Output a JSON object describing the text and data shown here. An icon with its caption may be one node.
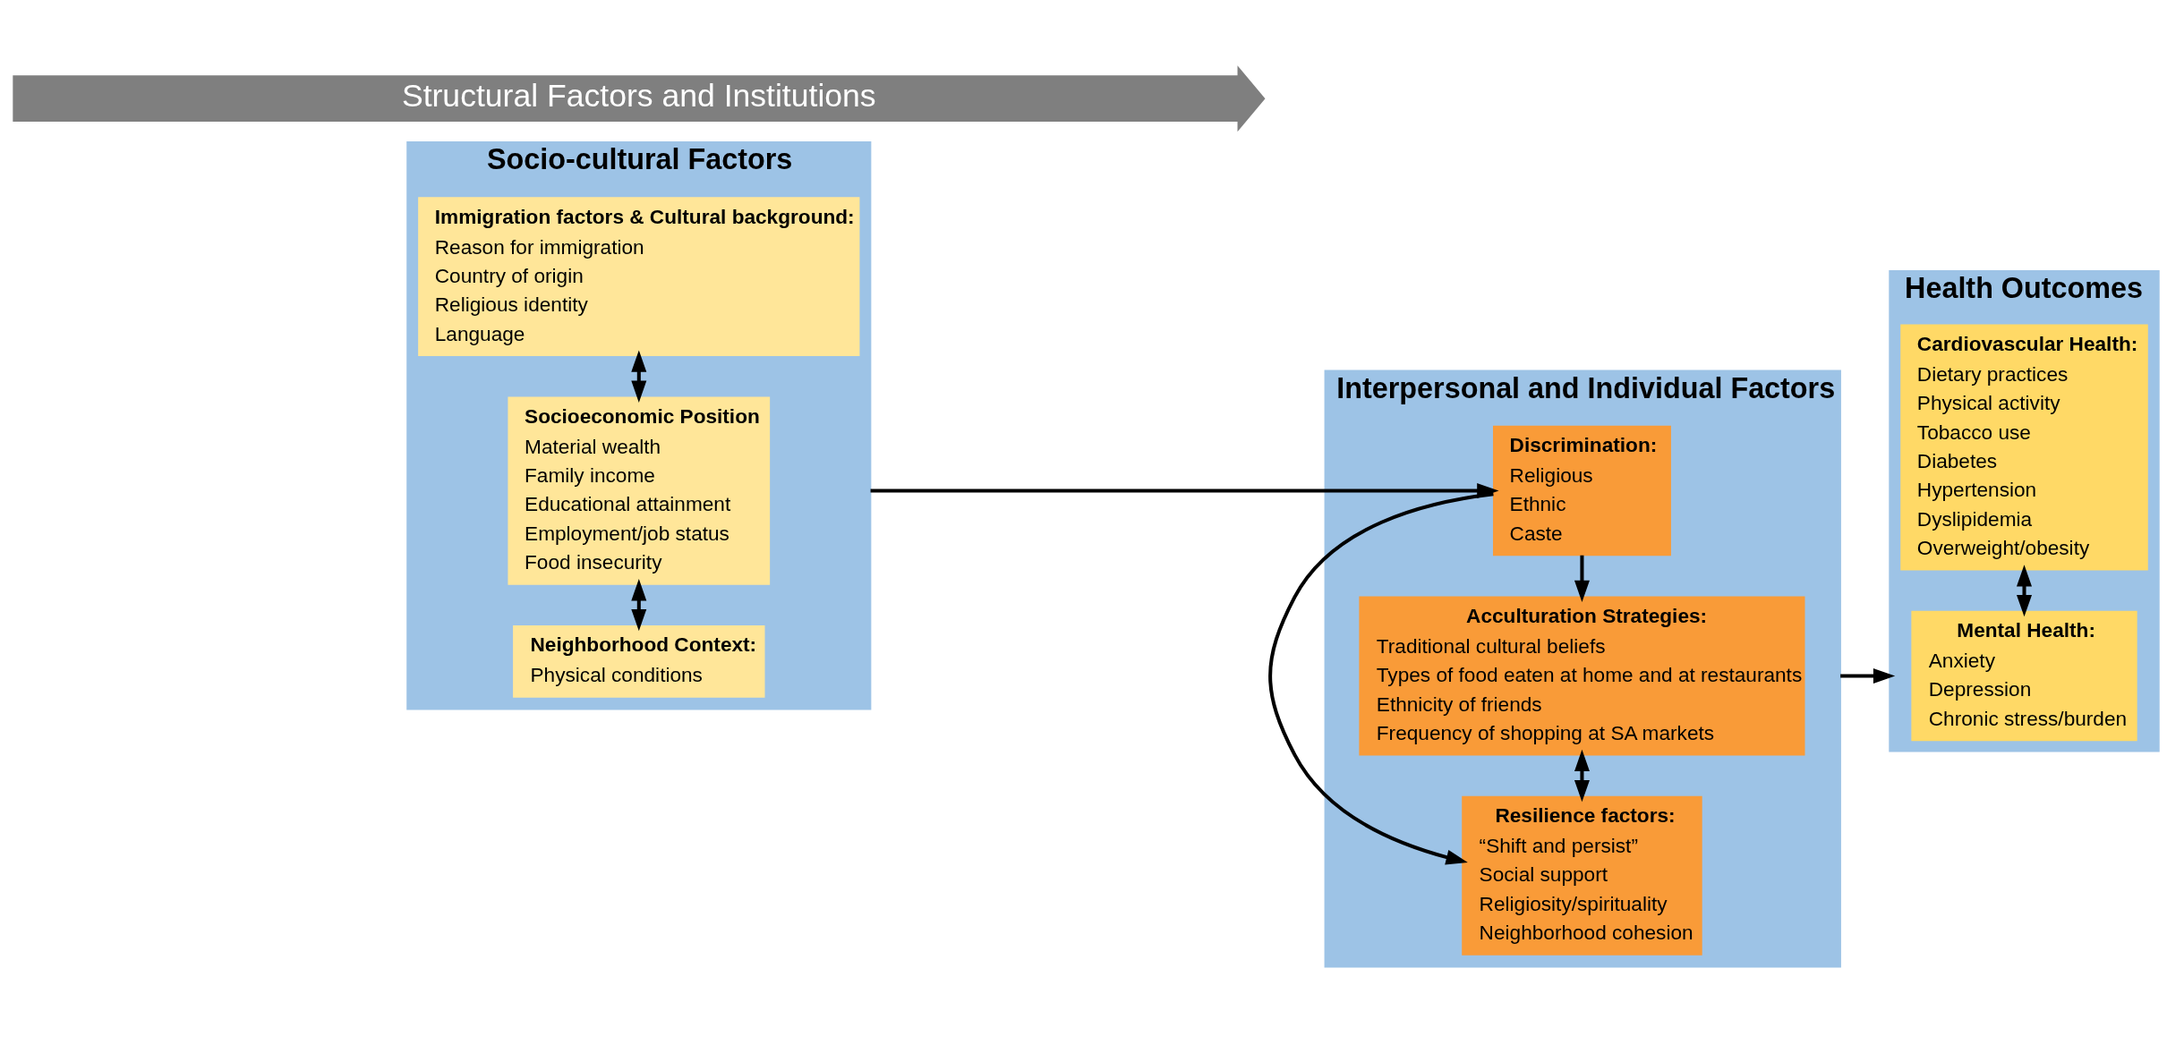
{
  "diagram": {
    "nodes": [
      {
        "text": [
          "Socio-cultural Factors"
        ]
      },
      {
        "text": [
          "Immigration factors & Cultural background:",
          "Reason for immigration",
          "Country of origin",
          "Religious identity",
          "Language"
        ],
        "in": 0
      },
      {
        "text": [
          "Socioeconomic Position",
          "Material wealth",
          "Family income",
          "Educational attainment",
          "Employment/job status",
          "Food insecurity"
        ],
        "in": 0
      },
      {
        "text": [
          "Neighborhood Context:",
          "Physical conditions"
        ],
        "in": 0
      },
      {
        "text": [
          "Interpersonal and Individual Factors"
        ]
      },
      {
        "text": [
          "Discrimination:",
          "Religious",
          "Ethnic",
          "Caste"
        ],
        "in": 4
      },
      {
        "text": [
          "Acculturation Strategies:",
          "Traditional cultural beliefs",
          "Types of food eaten at home and at restaurants",
          "Ethnicity of friends",
          "Frequency of shopping at SA markets"
        ],
        "in": 4
      },
      {
        "text": [
          "Resilience factors:",
          "“Shift and persist”",
          "Social support",
          "Religiosity/spirituality",
          "Neighborhood cohesion"
        ],
        "in": 4
      },
      {
        "text": [
          "Health Outcomes"
        ]
      },
      {
        "text": [
          "Cardiovascular Health:",
          "Dietary practices",
          "Physical activity",
          "Tobacco use",
          "Diabetes",
          "Hypertension",
          "Dyslipidemia",
          "Overweight/obesity"
        ],
        "in": 8
      },
      {
        "text": [
          "Mental Health:",
          "Anxiety",
          "Depression",
          "Chronic stress/burden"
        ],
        "in": 8
      },
      {
        "text": [
          "Structural Factors and Institutions"
        ]
      }
    ],
    "edges": [
      {
        "from": 1,
        "to": 2,
        "arrow": "both"
      },
      {
        "from": 2,
        "to": 3,
        "arrow": "both"
      },
      {
        "from": 0,
        "to": 5,
        "arrow": "to"
      },
      {
        "from": 5,
        "to": 6,
        "arrow": "to"
      },
      {
        "from": 5,
        "to": 7,
        "arrow": "to"
      },
      {
        "from": 6,
        "to": 7,
        "arrow": "both"
      },
      {
        "from": 4,
        "to": 8,
        "arrow": "to"
      },
      {
        "from": 9,
        "to": 10,
        "arrow": "both"
      }
    ]
  }
}
